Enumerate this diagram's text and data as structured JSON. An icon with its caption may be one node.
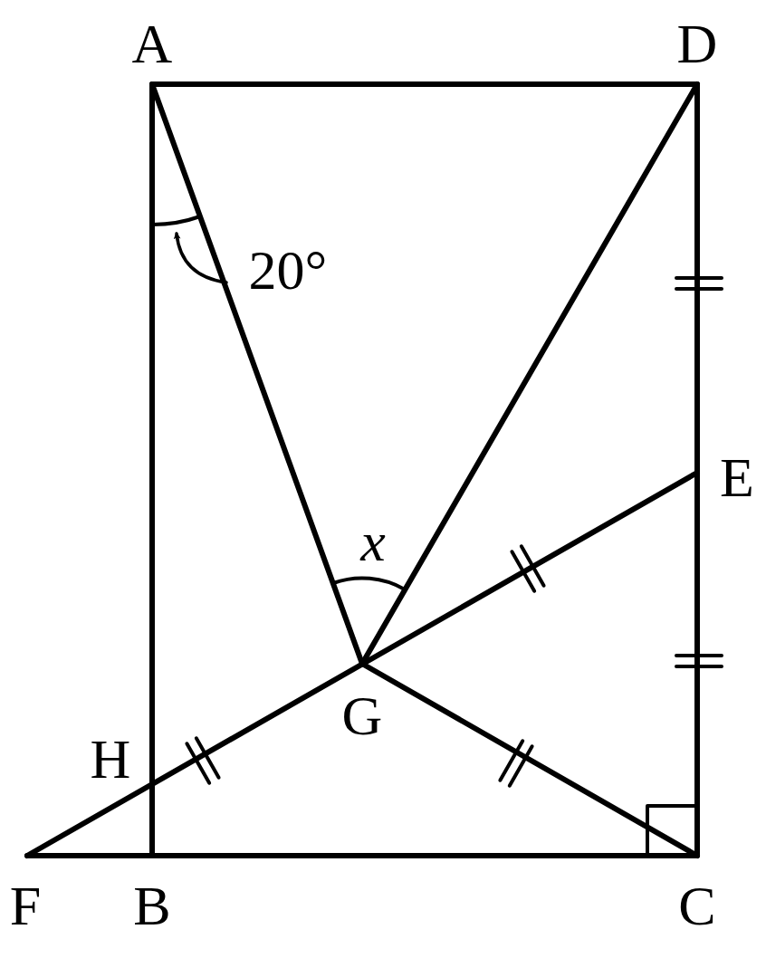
{
  "diagram": {
    "labels": [
      "A",
      "D",
      "20°",
      "E",
      "x",
      "G",
      "H",
      "F",
      "B",
      "C"
    ]
  }
}
